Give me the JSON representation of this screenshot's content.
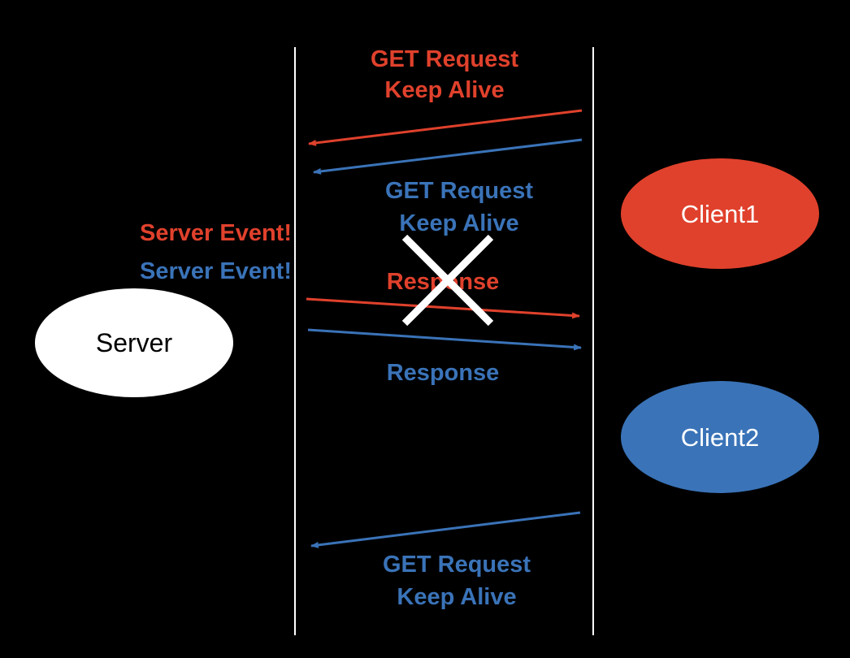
{
  "colors": {
    "background": "#000000",
    "red": "#e0412c",
    "blue": "#3a73b8",
    "white": "#ffffff",
    "line": "#ffffff"
  },
  "nodes": {
    "server": "Server",
    "client1": "Client1",
    "client2": "Client2"
  },
  "labels": {
    "red_request_line1": "GET Request",
    "red_request_line2": "Keep Alive",
    "blue_request_line1": "GET Request",
    "blue_request_line2": "Keep Alive",
    "red_server_event": "Server Event!",
    "blue_server_event": "Server Event!",
    "red_response": "Response",
    "blue_response": "Response",
    "blue_request2_line1": "GET Request",
    "blue_request2_line2": "Keep Alive"
  },
  "marks": {
    "failed_response": "cross-icon"
  }
}
